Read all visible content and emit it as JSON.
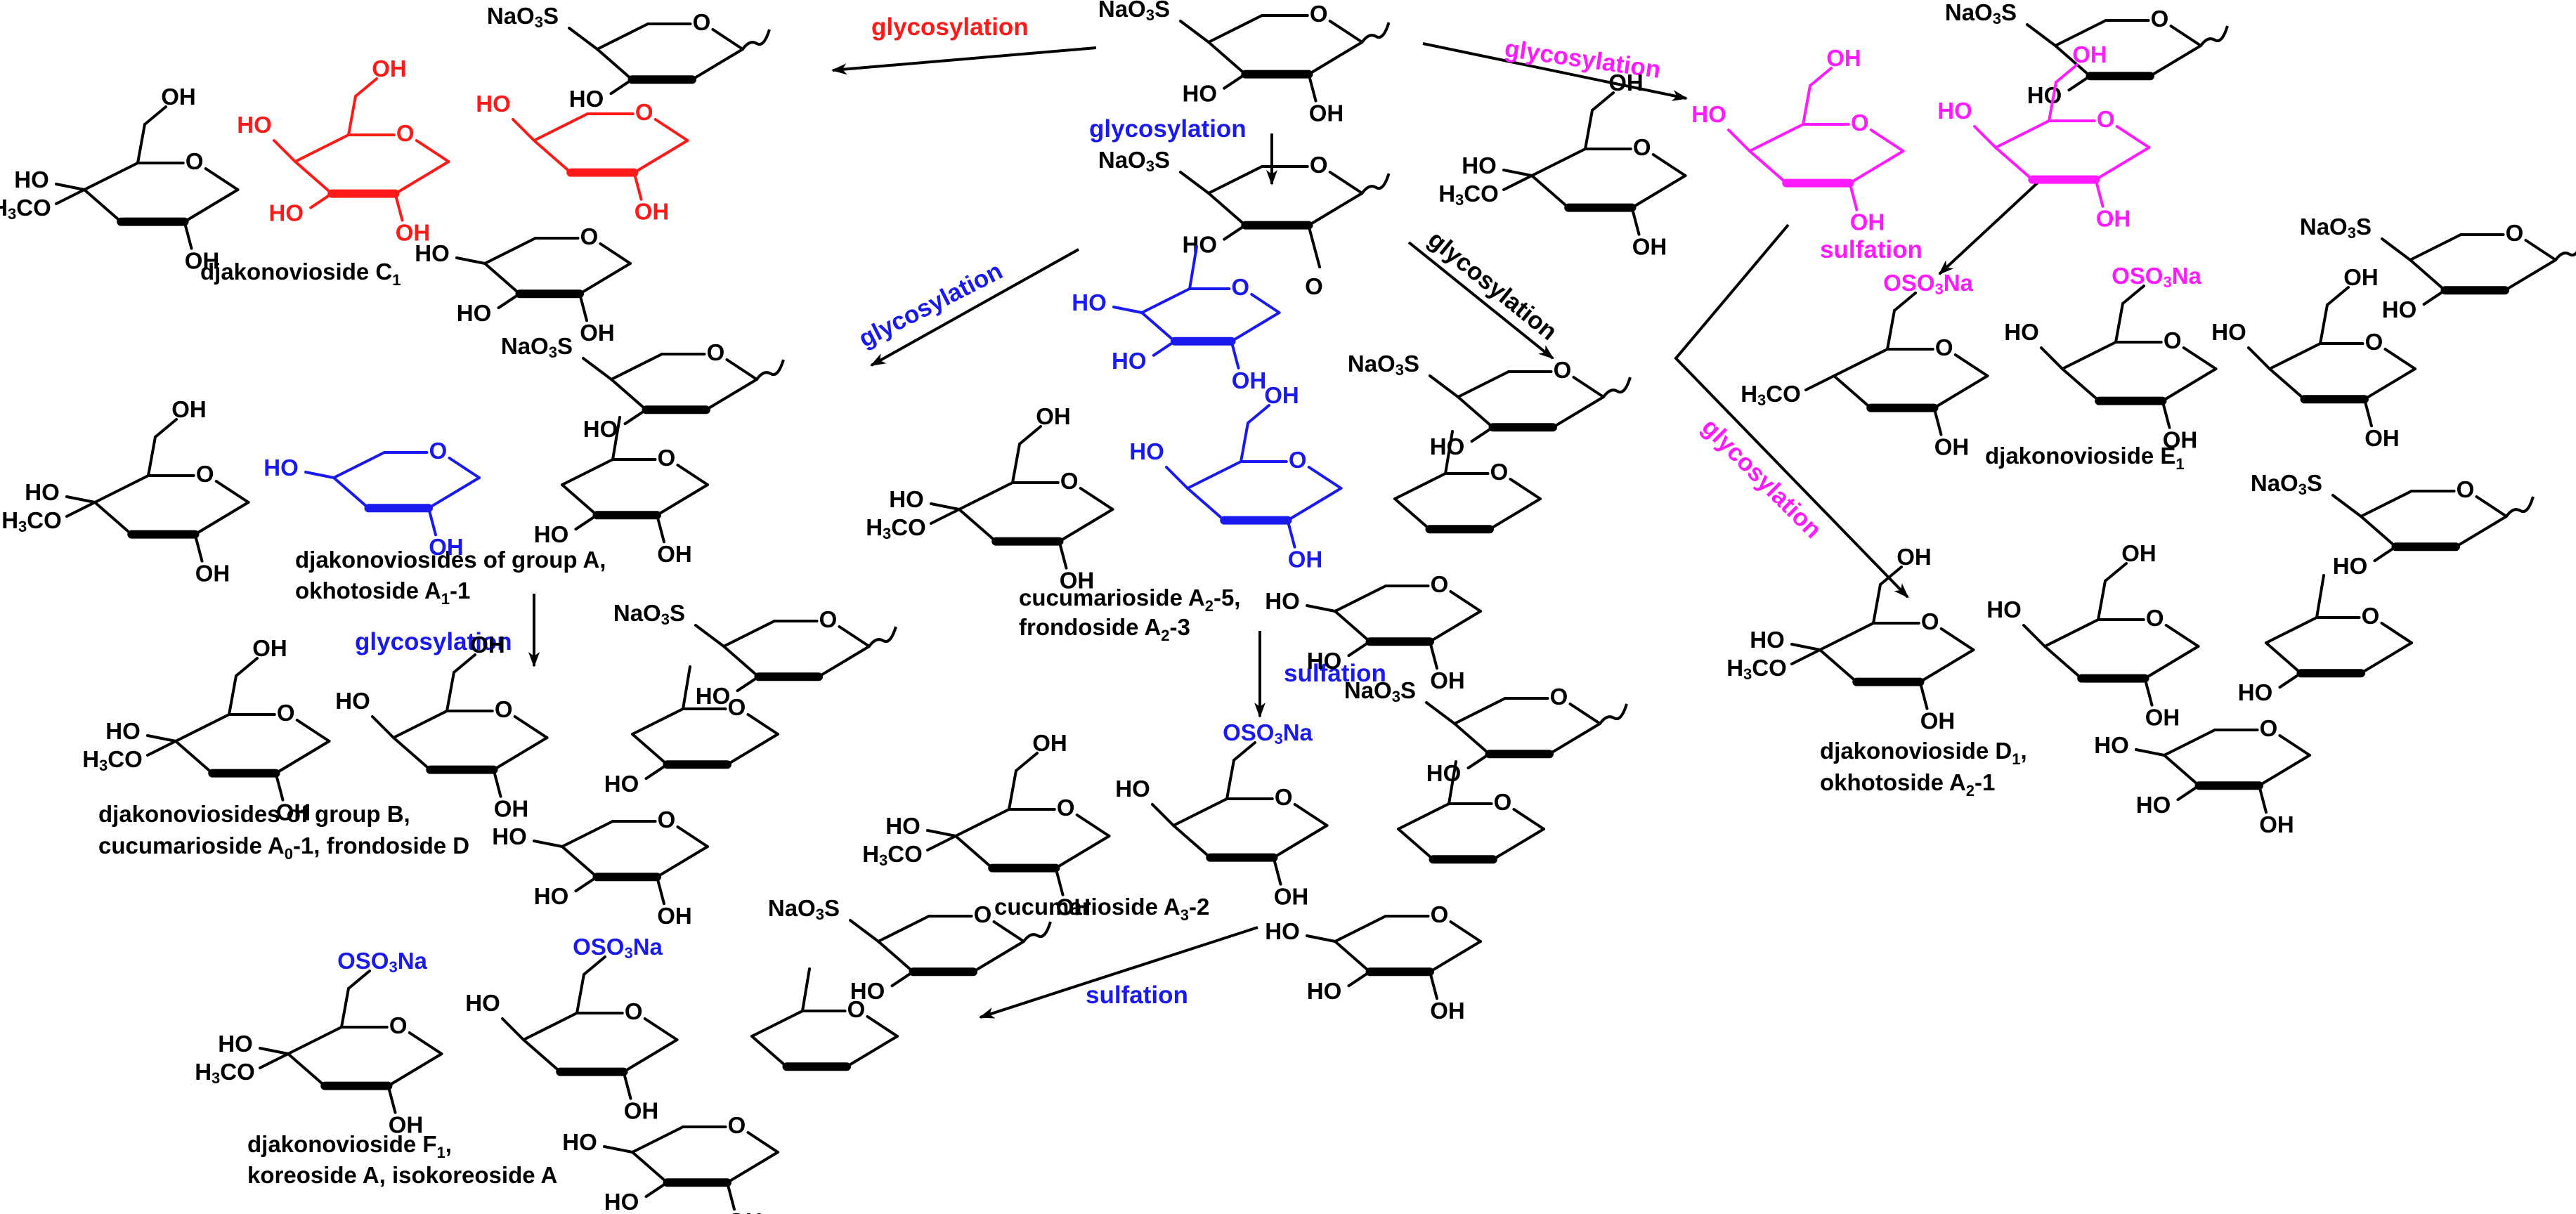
{
  "colors": {
    "ink": "#000000",
    "red": "#ff1a1a",
    "blue": "#1a1aee",
    "magenta": "#ff1aff"
  },
  "arrows": {
    "top_left": "glycosylation",
    "top_center": "glycosylation",
    "top_right": "glycosylation",
    "left": "glycosylation",
    "center_right": "glycosylation",
    "left_down": "glycosylation",
    "right_mid": "sulfation",
    "center_down": "sulfation",
    "bottom": "sulfation",
    "right_long": "glycosylation"
  },
  "captions": {
    "c1": "djakonovioside C",
    "c1_sub": "1",
    "groupA": "djakonoviosides of group A,",
    "groupA_l2": "okhotoside A",
    "groupA_l2_sub": "1",
    "groupA_l2_end": "-1",
    "a25": "cucumarioside A",
    "a25_sub": "2",
    "a25_end": "-5,",
    "a25_l2": "frondoside A",
    "a25_l2_sub": "2",
    "a25_l2_end": "-3",
    "groupB": "djakonoviosides of group B,",
    "groupB_l2": "cucumarioside A",
    "groupB_l2_sub": "0",
    "groupB_l2_end": "-1, frondoside D",
    "a32": "cucumarioside A",
    "a32_sub": "3",
    "a32_end": "-2",
    "e1": "djakonovioside E",
    "e1_sub": "1",
    "d1": "djakonovioside D",
    "d1_sub": "1",
    "d1_end": ",",
    "d1_l2": "okhotoside A",
    "d1_l2_sub": "2",
    "d1_l2_end": "-1",
    "f1": "djakonovioside F",
    "f1_sub": "1",
    "f1_end": ",",
    "f1_l2": "koreoside A, isokoreoside A"
  },
  "groups": {
    "naso3s": "NaO",
    "naso3s_sub": "3",
    "naso3s_end": "S",
    "oh": "OH",
    "ho": "HO",
    "o": "O",
    "h3co": "H",
    "h3co_sub": "3",
    "h3co_end": "CO",
    "oso3na": "OSO",
    "oso3na_sub": "3",
    "oso3na_end": "Na"
  }
}
